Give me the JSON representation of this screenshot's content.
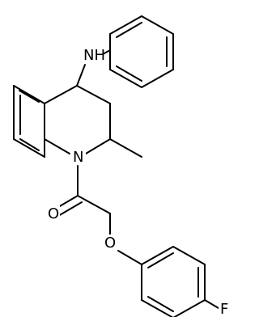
{
  "structure": {
    "atoms": {
      "amine_nh": "NH",
      "ring_n": "N",
      "carbonyl_o": "O",
      "ether_o": "O",
      "fluorine": "F"
    }
  }
}
